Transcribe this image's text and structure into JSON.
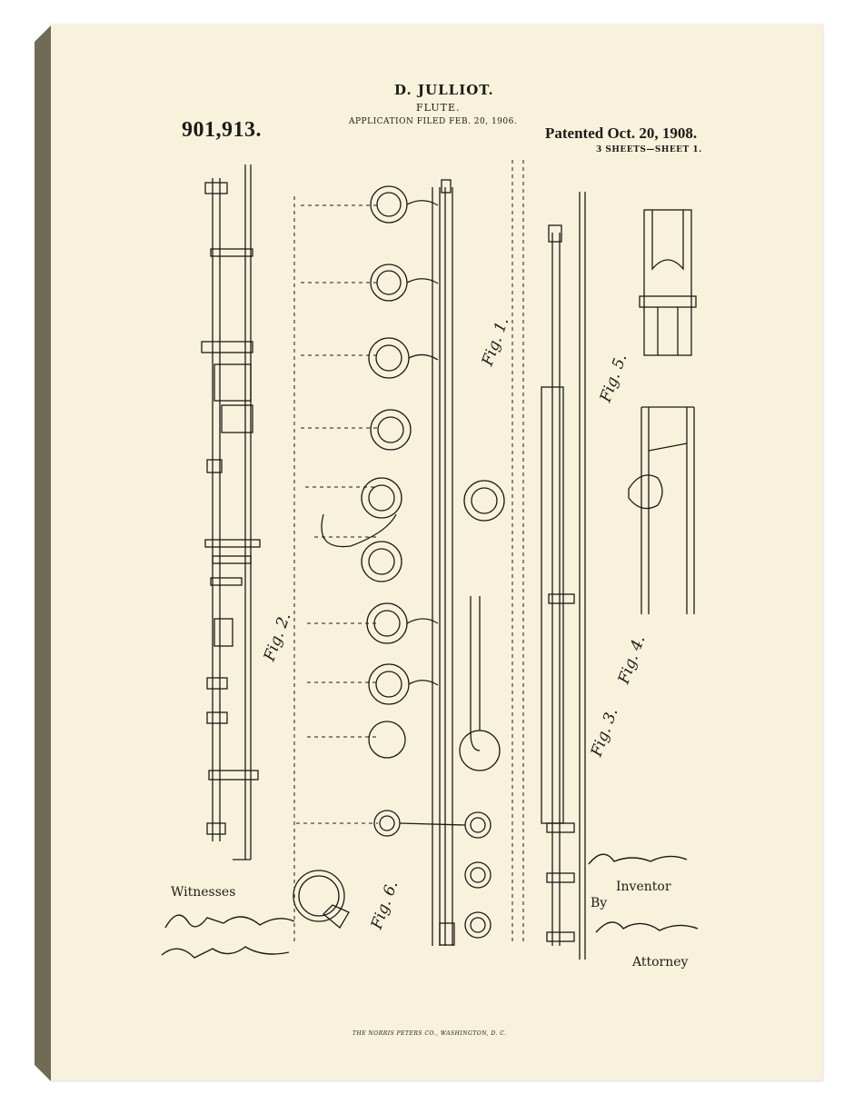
{
  "patent": {
    "inventor_name": "D. JULLIOT.",
    "subject": "FLUTE.",
    "filed": "APPLICATION FILED FEB. 20, 1906.",
    "number": "901,913.",
    "patented": "Patented Oct. 20, 1908.",
    "sheets": "3 SHEETS—SHEET 1."
  },
  "signatures": {
    "witnesses_label": "Witnesses",
    "inventor_label": "Inventor",
    "attorney_label": "Attorney",
    "by_label": "By"
  },
  "figures": {
    "fig1": "Fig. 1.",
    "fig2": "Fig. 2.",
    "fig3": "Fig. 3.",
    "fig4": "Fig. 4.",
    "fig5": "Fig. 5.",
    "fig6": "Fig. 6."
  },
  "footer": {
    "printer": "THE NORRIS PETERS CO., WASHINGTON, D. C."
  },
  "colors": {
    "paper": "#f8f2dc",
    "ink": "#1c1a16",
    "canvas_edge": "#6f6b55"
  }
}
